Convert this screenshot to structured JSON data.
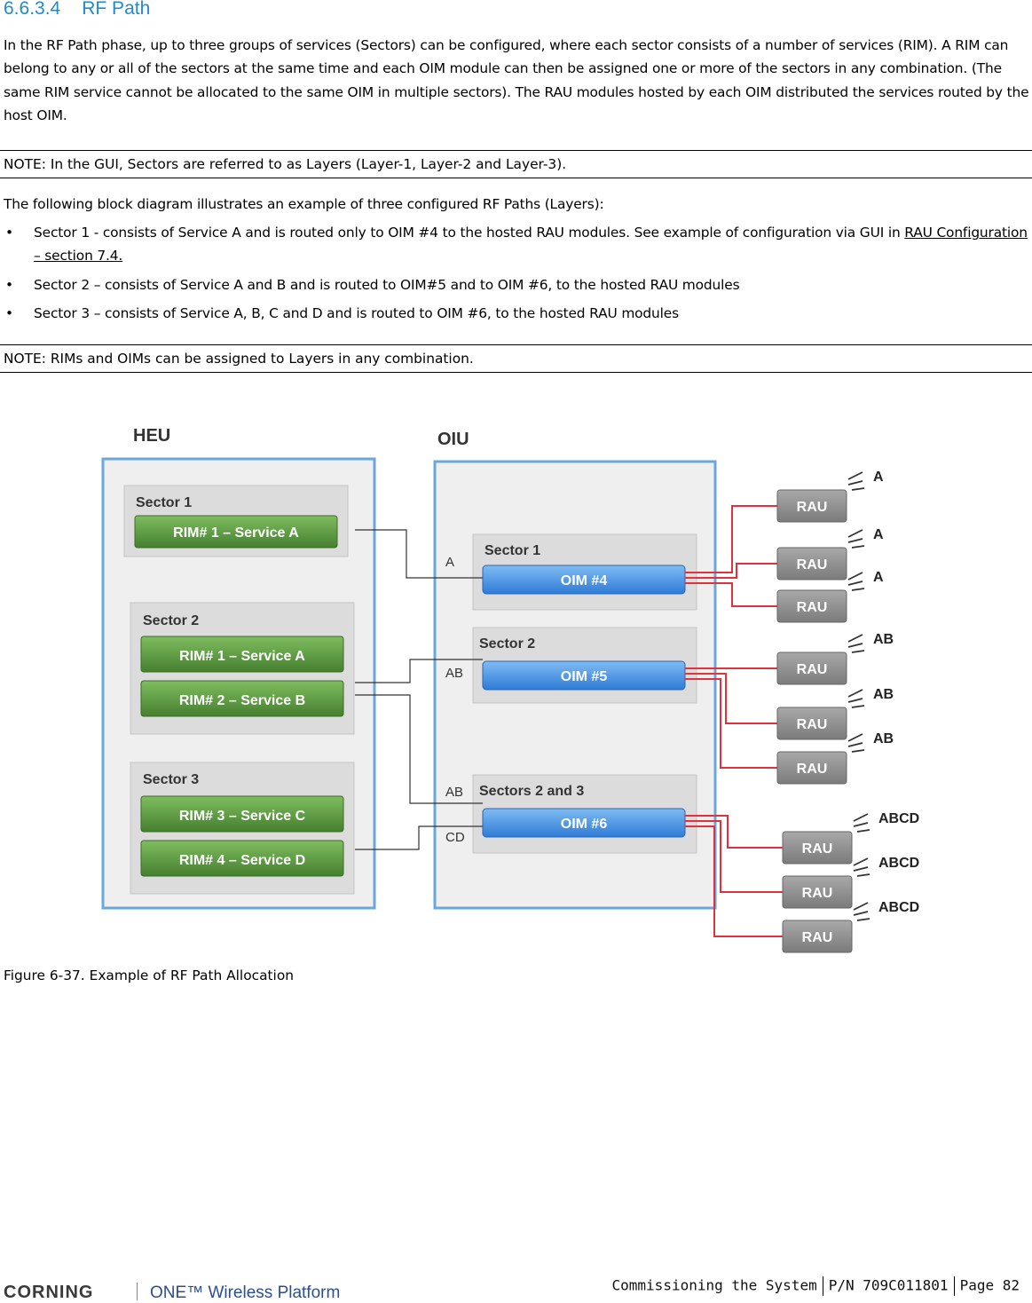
{
  "section": {
    "number": "6.6.3.4",
    "title": "RF Path"
  },
  "intro": "In the RF Path phase, up to three groups of services (Sectors) can be configured, where each sector consists of a number of services (RIM). A RIM can belong to any or all of the sectors at the same time and each OIM module can then be assigned one or more of the sectors in any combination. (The same RIM service cannot be allocated to the same OIM in multiple sectors). The RAU modules hosted by each OIM distributed the services routed by the host OIM.",
  "note1": "NOTE: In the GUI, Sectors are referred to as Layers (Layer-1, Layer-2 and Layer-3).",
  "lead": "The following block diagram illustrates an example of three configured RF Paths (Layers):",
  "bullets": [
    {
      "text": "Sector 1 - consists of Service A and is routed only to OIM #4 to the hosted RAU modules. See example of configuration via GUI in ",
      "link": "RAU Configuration – section 7.4."
    },
    {
      "text": "Sector 2 – consists of Service A and B and is routed to OIM#5 and to OIM #6, to the hosted RAU modules"
    },
    {
      "text": "Sector 3   – consists of Service A, B, C and D and is routed to OIM #6, to the hosted RAU modules"
    }
  ],
  "bullet_symbol": "•",
  "note2": "NOTE: RIMs and OIMs can be assigned to Layers in any combination.",
  "diagram": {
    "heu_title": "HEU",
    "oiu_title": "OIU",
    "heu_sectors": [
      {
        "title": "Sector 1",
        "rims": [
          "RIM# 1 – Service A"
        ]
      },
      {
        "title": "Sector 2",
        "rims": [
          "RIM# 1 – Service A",
          "RIM# 2 – Service B"
        ]
      },
      {
        "title": "Sector 3",
        "rims": [
          "RIM# 3 – Service C",
          "RIM# 4 – Service D"
        ]
      }
    ],
    "oiu_sectors": [
      {
        "title": "Sector 1",
        "oim": "OIM #4",
        "inputs": [
          "A"
        ]
      },
      {
        "title": "Sector 2",
        "oim": "OIM #5",
        "inputs": [
          "AB"
        ]
      },
      {
        "title": "Sectors 2 and 3",
        "oim": "OIM #6",
        "inputs": [
          "AB",
          "CD"
        ]
      }
    ],
    "rau_label": "RAU",
    "rau_services": [
      "A",
      "A",
      "A",
      "AB",
      "AB",
      "AB",
      "ABCD",
      "ABCD",
      "ABCD"
    ],
    "colors": {
      "rim": "#5c9a45",
      "oim": "#3a8ae0",
      "rau": "#8c8c8c",
      "rf_line": "#e0323c",
      "frame": "#6aa8dc"
    }
  },
  "caption": "Figure 6-37. Example of RF Path Allocation",
  "footer": {
    "brand": "CORNING",
    "product": "ONE™ Wireless Platform",
    "chapter": "Commissioning the System",
    "part_number": "P/N 709C011801",
    "page": "Page 82"
  }
}
